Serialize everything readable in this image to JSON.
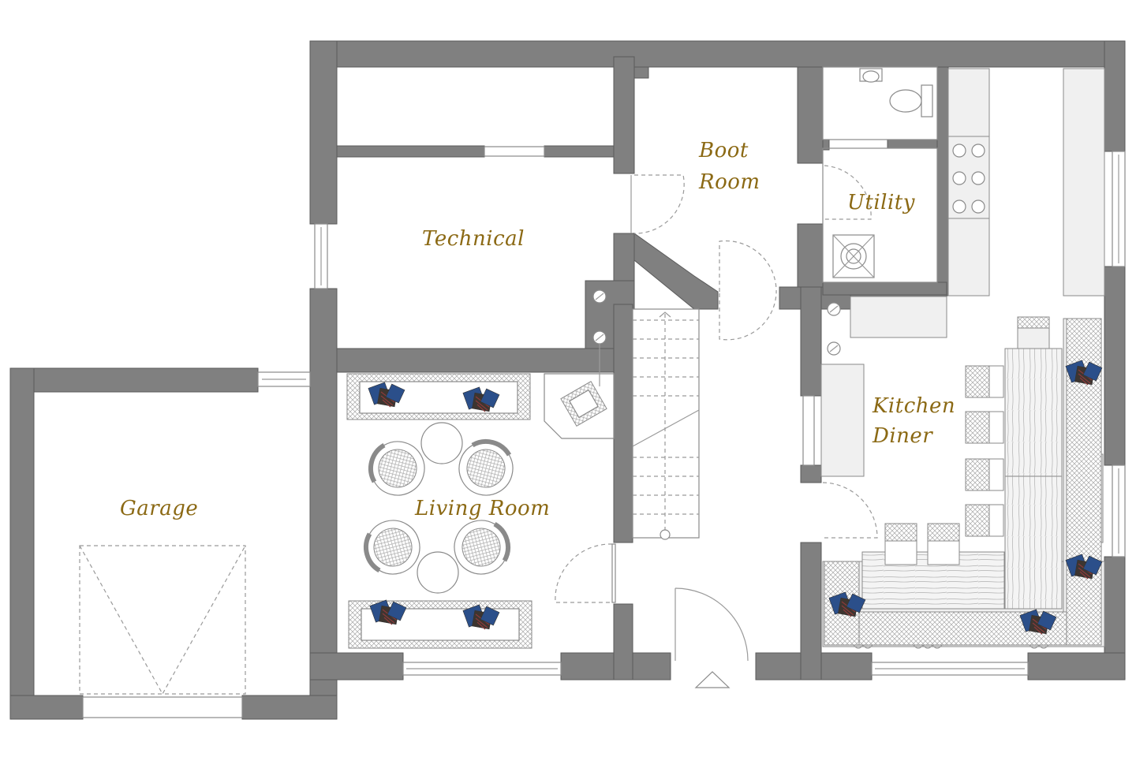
{
  "rooms": {
    "boot": [
      "Boot",
      "Room"
    ],
    "utility": "Utility",
    "technical": "Technical",
    "kitchen": [
      "Kitchen",
      "Diner"
    ],
    "garage": "Garage",
    "living": "Living Room"
  },
  "colors": {
    "wall": "#808080",
    "label": "#8b6914",
    "cushion_blue": "#2b4f8a",
    "cushion_dark": "#3d3530",
    "cushion_red": "#8b3a3a"
  }
}
